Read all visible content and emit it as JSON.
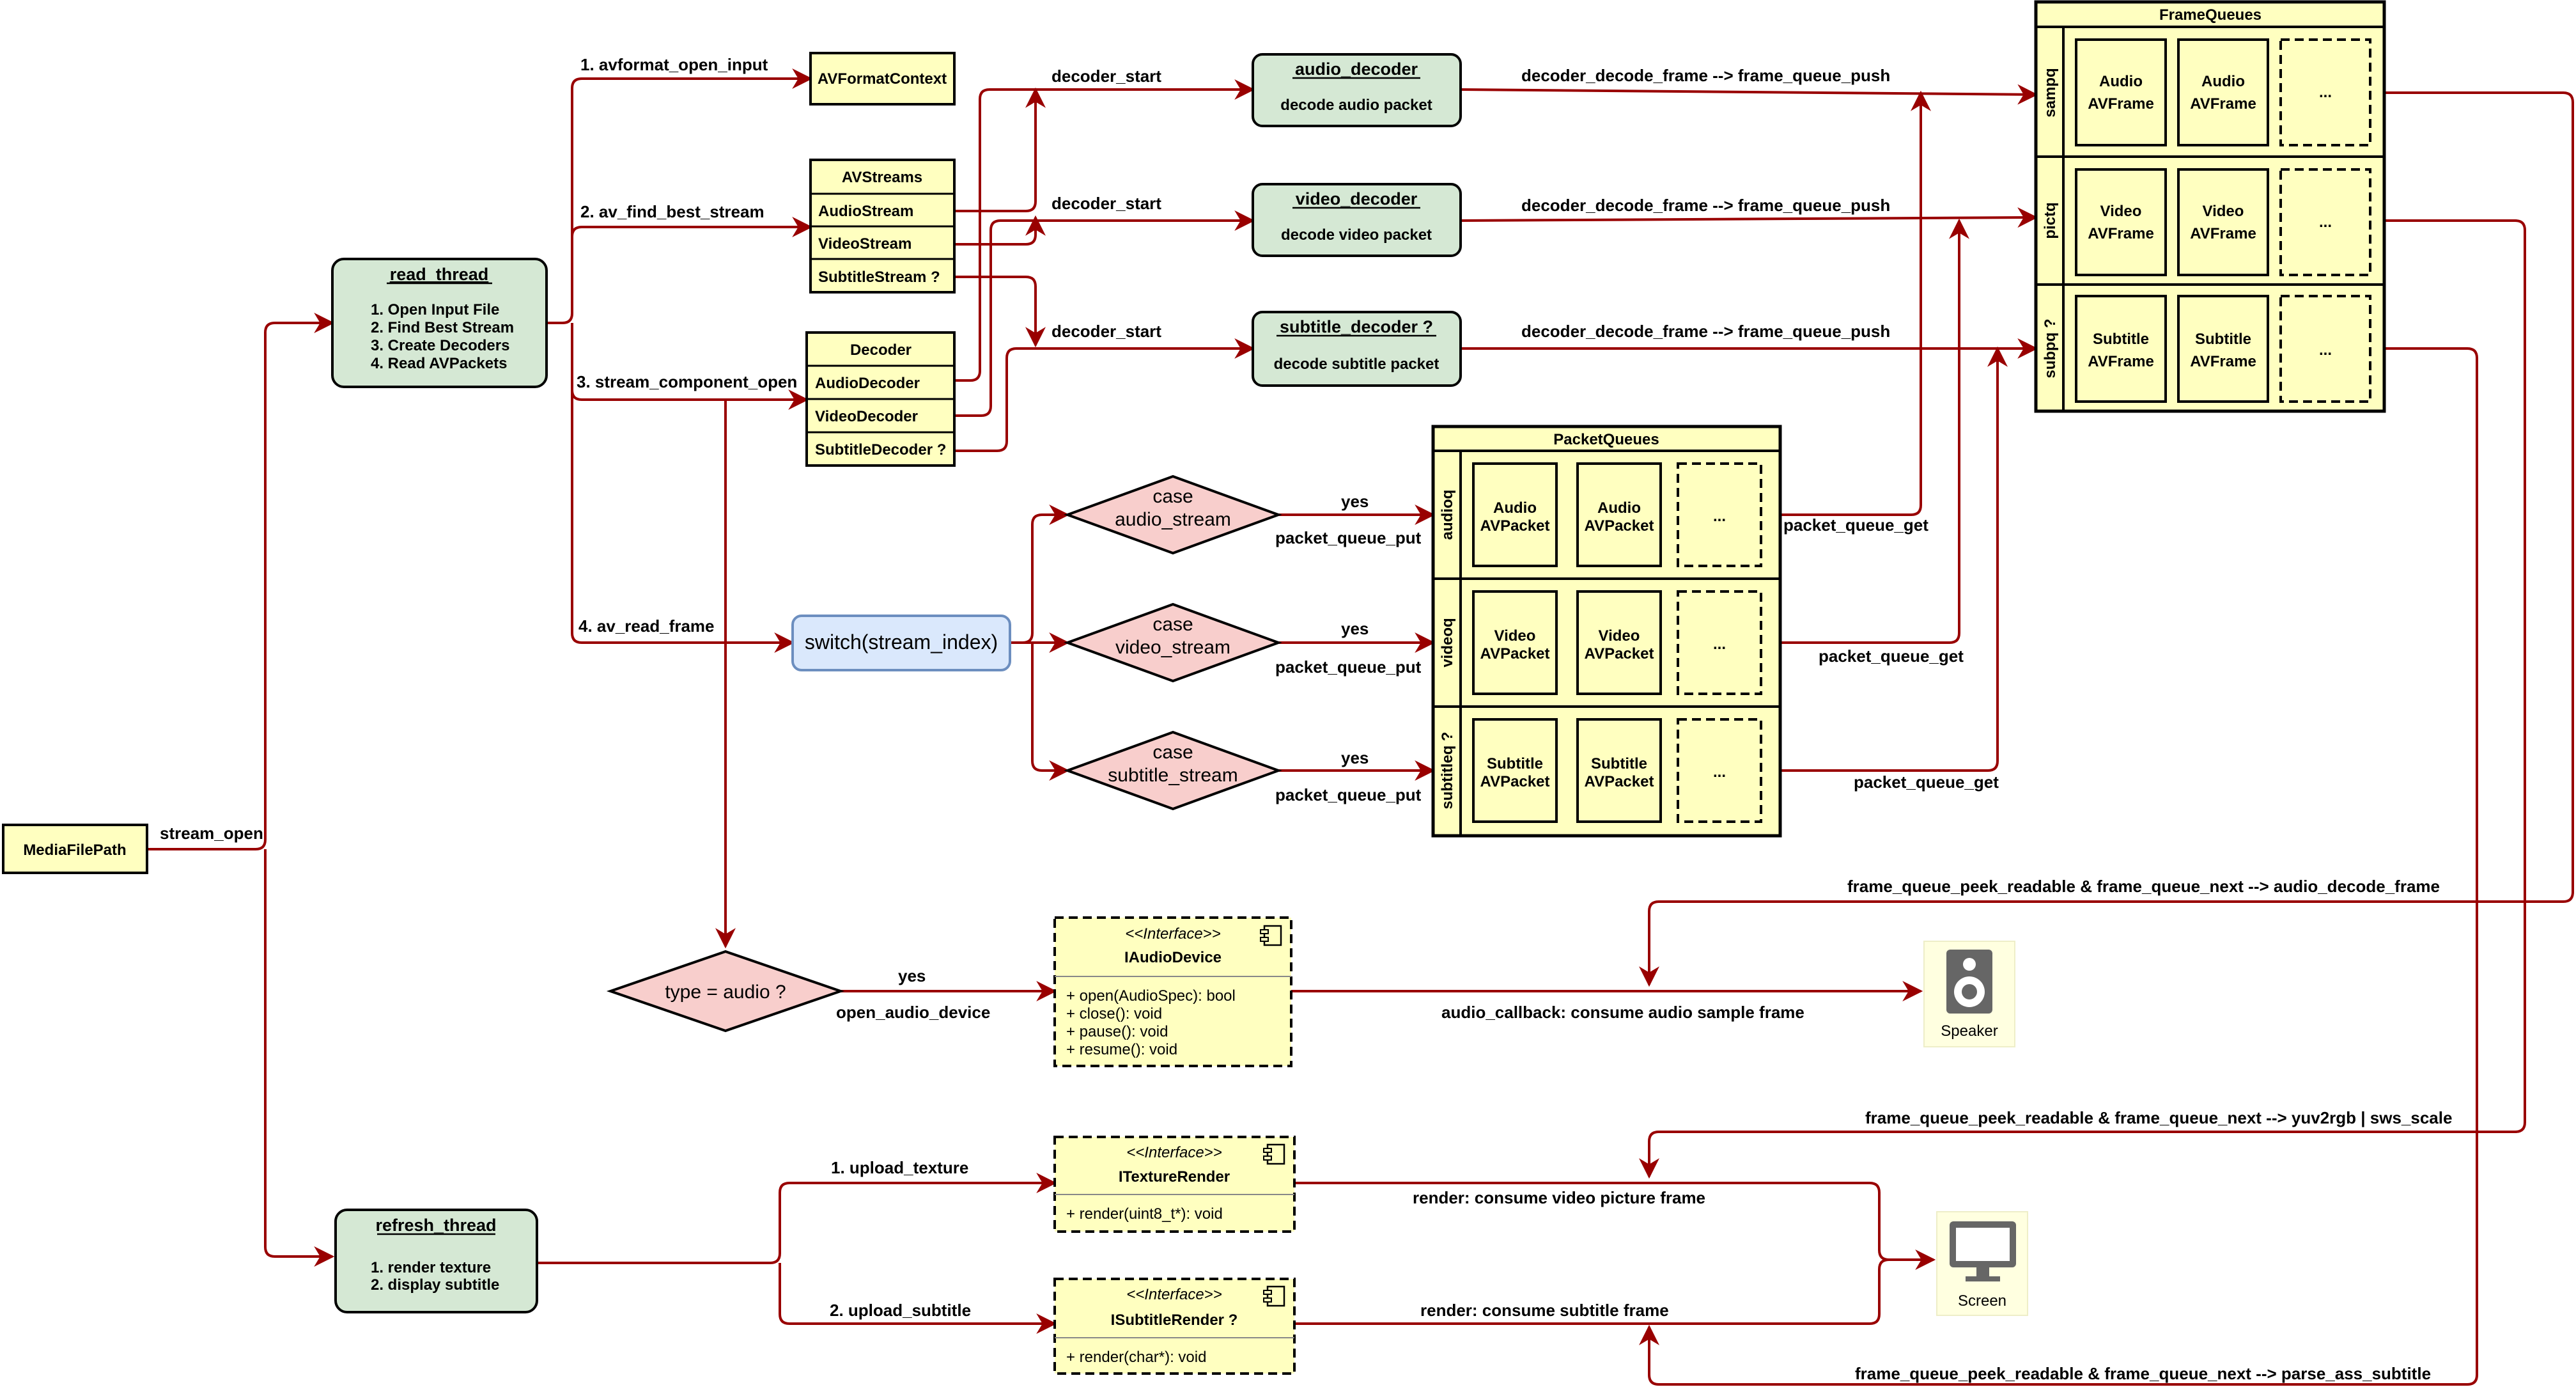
{
  "colors": {
    "green_fill": "#d5e8d4",
    "yellow_fill": "#ffffc0",
    "red_fill": "#f8cecc",
    "blue_fill": "#dae8fc",
    "arrow": "#990000",
    "stroke": "#000000"
  },
  "nodes": {
    "media_file_path": "MediaFilePath",
    "read_thread": {
      "title": "read_thread",
      "lines": [
        "1. Open Input File",
        "2. Find Best Stream",
        "3. Create Decoders",
        "4. Read AVPackets"
      ]
    },
    "refresh_thread": {
      "title": "refresh_thread",
      "lines": [
        "1. render texture",
        "2. display subtitle"
      ]
    },
    "av_format_context": "AVFormatContext",
    "av_streams": {
      "title": "AVStreams",
      "rows": [
        "AudioStream",
        "VideoStream",
        "SubtitleStream ?"
      ]
    },
    "decoder": {
      "title": "Decoder",
      "rows": [
        "AudioDecoder",
        "VideoDecoder",
        "SubtitleDecoder ?"
      ]
    },
    "audio_decoder": {
      "title": "audio_decoder",
      "sub": "decode audio packet"
    },
    "video_decoder": {
      "title": "video_decoder",
      "sub": "decode video packet"
    },
    "subtitle_decoder": {
      "title": "subtitle_decoder ?",
      "sub": "decode subtitle packet"
    },
    "switch": "switch(stream_index)",
    "case_audio": [
      "case",
      "audio_stream"
    ],
    "case_video": [
      "case",
      "video_stream"
    ],
    "case_subtitle": [
      "case",
      "subtitle_stream"
    ],
    "type_audio": "type = audio ?",
    "speaker": "Speaker",
    "screen": "Screen"
  },
  "frame_queues": {
    "title": "FrameQueues",
    "rows": [
      {
        "label": "sampq",
        "cells": [
          [
            "Audio",
            "AVFrame"
          ],
          [
            "Audio",
            "AVFrame"
          ],
          [
            "..."
          ]
        ]
      },
      {
        "label": "pictq",
        "cells": [
          [
            "Video",
            "AVFrame"
          ],
          [
            "Video",
            "AVFrame"
          ],
          [
            "..."
          ]
        ]
      },
      {
        "label": "subpq ?",
        "cells": [
          [
            "Subtitle",
            "AVFrame"
          ],
          [
            "Subtitle",
            "AVFrame"
          ],
          [
            "..."
          ]
        ]
      }
    ]
  },
  "packet_queues": {
    "title": "PacketQueues",
    "rows": [
      {
        "label": "audioq",
        "cells": [
          [
            "Audio",
            "AVPacket"
          ],
          [
            "Audio",
            "AVPacket"
          ],
          [
            "..."
          ]
        ]
      },
      {
        "label": "videoq",
        "cells": [
          [
            "Video",
            "AVPacket"
          ],
          [
            "Video",
            "AVPacket"
          ],
          [
            "..."
          ]
        ]
      },
      {
        "label": "subtitleq ?",
        "cells": [
          [
            "Subtitle",
            "AVPacket"
          ],
          [
            "Subtitle",
            "AVPacket"
          ],
          [
            "..."
          ]
        ]
      }
    ]
  },
  "interfaces": {
    "audio_device": {
      "stereotype": "<<Interface>>",
      "name": "IAudioDevice",
      "methods": [
        "+ open(AudioSpec): bool",
        "+ close(): void",
        "+ pause(): void",
        "+ resume(): void"
      ]
    },
    "texture_render": {
      "stereotype": "<<Interface>>",
      "name": "ITextureRender",
      "methods": [
        "+ render(uint8_t*): void"
      ]
    },
    "subtitle_render": {
      "stereotype": "<<Interface>>",
      "name": "ISubtitleRender ?",
      "methods": [
        "+ render(char*): void"
      ]
    }
  },
  "edge_labels": {
    "stream_open": "stream_open",
    "avformat_open_input": "1. avformat_open_input",
    "av_find_best_stream": "2. av_find_best_stream",
    "stream_component_open": "3. stream_component_open",
    "av_read_frame": "4. av_read_frame",
    "decoder_start": "decoder_start",
    "decoder_decode_frame": "decoder_decode_frame  -->  frame_queue_push",
    "yes": "yes",
    "packet_queue_put": "packet_queue_put",
    "packet_queue_get": "packet_queue_get",
    "open_audio_device": "open_audio_device",
    "peek_audio": "frame_queue_peek_readable & frame_queue_next  -->  audio_decode_frame",
    "audio_callback": "audio_callback: consume audio sample frame",
    "peek_video": "frame_queue_peek_readable & frame_queue_next  -->  yuv2rgb | sws_scale",
    "upload_texture": "1. upload_texture",
    "upload_subtitle": "2. upload_subtitle",
    "render_video": "render: consume video picture frame",
    "render_subtitle": "render: consume subtitle frame",
    "peek_subtitle": "frame_queue_peek_readable & frame_queue_next  -->  parse_ass_subtitle"
  }
}
